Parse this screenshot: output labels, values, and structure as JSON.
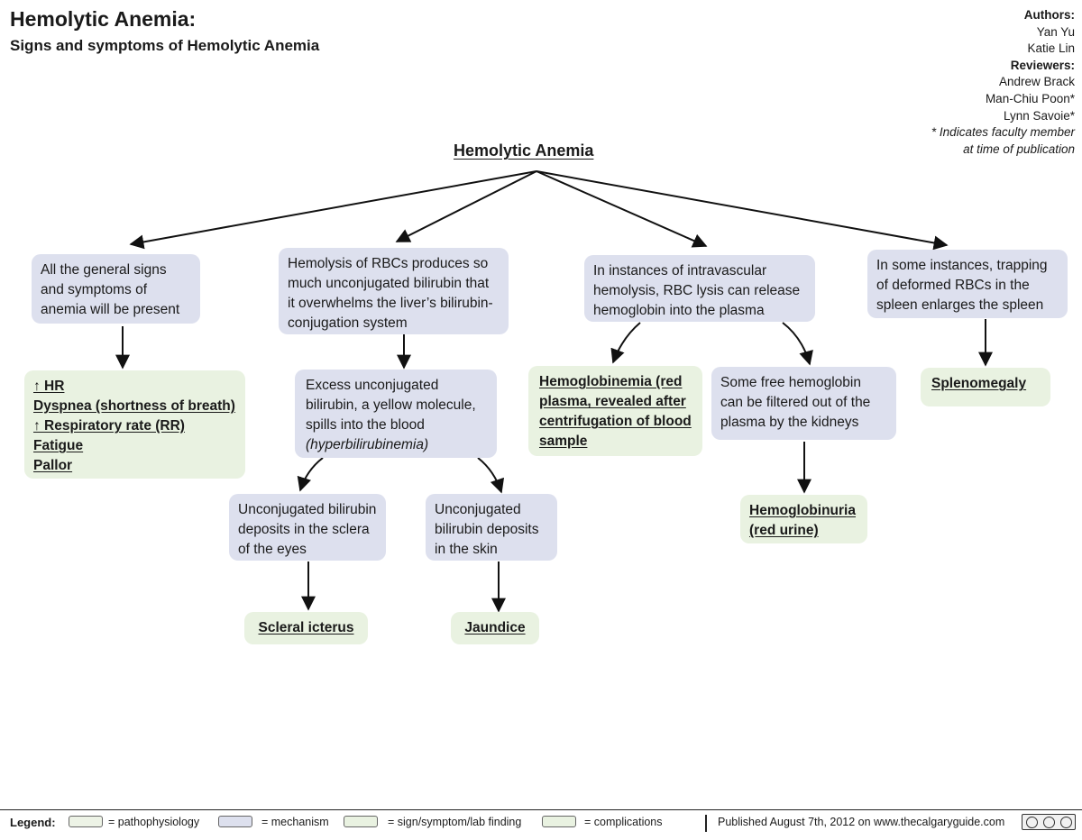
{
  "header": {
    "title": "Hemolytic Anemia:",
    "subtitle": "Signs and symptoms of Hemolytic Anemia"
  },
  "credits": {
    "authors_label": "Authors:",
    "authors": [
      "Yan Yu",
      "Katie Lin"
    ],
    "reviewers_label": "Reviewers:",
    "reviewers": [
      "Andrew Brack",
      "Man-Chiu Poon*",
      "Lynn Savoie*"
    ],
    "note": [
      "* Indicates faculty member",
      "at time of publication"
    ]
  },
  "diagram": {
    "root": "Hemolytic Anemia",
    "general_mech": "All the general signs and symptoms of anemia will be present",
    "general_signs": [
      "↑ HR",
      "Dyspnea (shortness of breath)",
      "↑ Respiratory rate (RR)",
      "Fatigue",
      "Pallor"
    ],
    "bilirubin_mech": "Hemolysis of RBCs produces so much unconjugated bilirubin that it overwhelms the liver’s bilirubin-conjugation system",
    "excess_mech_text": "Excess unconjugated bilirubin, a yellow molecule, spills  into the blood ",
    "excess_mech_italic": "(hyperbilirubinemia)",
    "sclera_mech": "Unconjugated bilirubin deposits in the sclera of the eyes",
    "skin_mech": "Unconjugated bilirubin deposits in the skin",
    "scleral_sign": "Scleral icterus",
    "jaundice_sign": "Jaundice",
    "intravascular_mech": "In instances of intravascular hemolysis, RBC lysis can release hemoglobin into the plasma",
    "hemoglobinemia_sign": "Hemoglobinemia (red plasma, revealed after centrifugation of blood sample",
    "kidney_mech": "Some free hemoglobin can be filtered out of the plasma by the kidneys",
    "hemoglobinuria_sign": "Hemoglobinuria (red urine)",
    "spleen_mech": "In some instances, trapping of deformed RBCs in the spleen enlarges the spleen",
    "splenomegaly_sign": "Splenomegaly"
  },
  "legend": {
    "title": "Legend:",
    "items": [
      {
        "label": "= pathophysiology",
        "color": "#edf3e6"
      },
      {
        "label": "= mechanism",
        "color": "#dde0ee"
      },
      {
        "label": "= sign/symptom/lab finding",
        "color": "#e9f2e1"
      },
      {
        "label": "= complications",
        "color": "#e9f2e1"
      }
    ],
    "published": "Published August 7th, 2012 on www.thecalgaryguide.com",
    "license_icons": [
      "cc",
      "by",
      "nc"
    ]
  },
  "colors": {
    "mechanism": "#dde0ee",
    "sign": "#e9f2e1",
    "arrow": "#111111"
  }
}
